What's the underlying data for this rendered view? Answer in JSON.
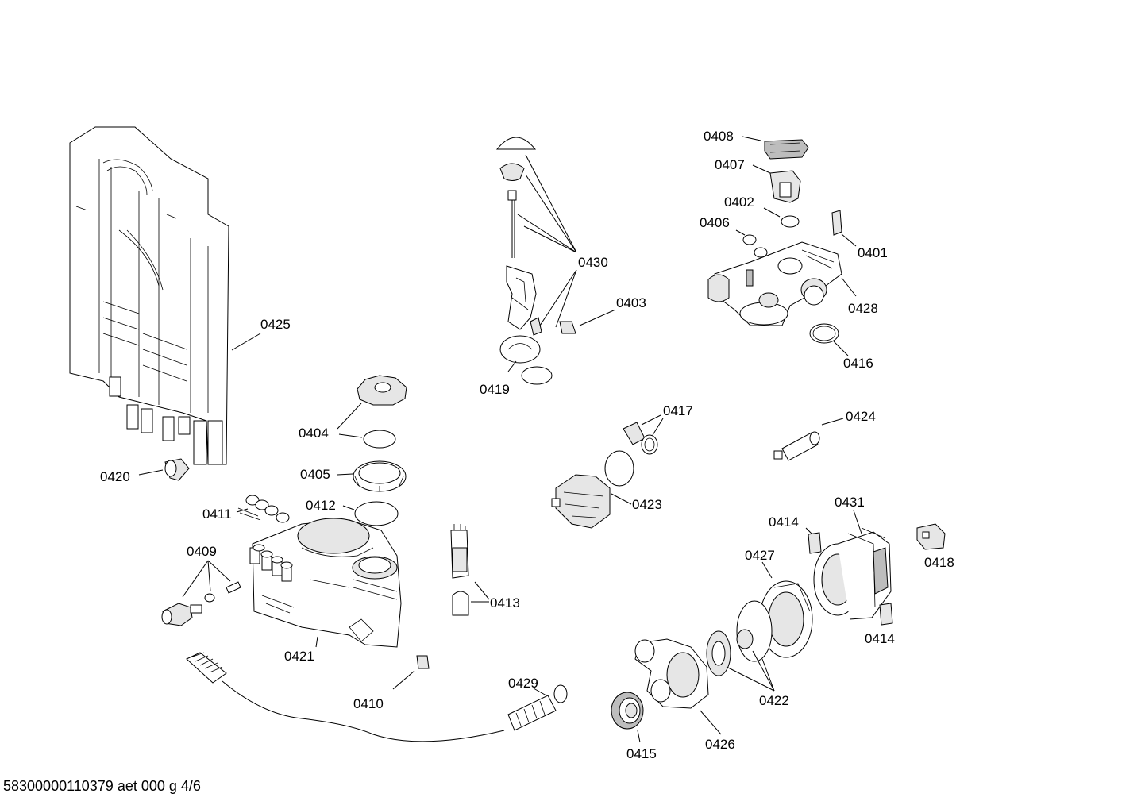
{
  "footer": {
    "code": "58300000110379 aet 000 g 4/6"
  },
  "labels": {
    "p0401": "0401",
    "p0402": "0402",
    "p0403": "0403",
    "p0404": "0404",
    "p0405": "0405",
    "p0406": "0406",
    "p0407": "0407",
    "p0408": "0408",
    "p0409": "0409",
    "p0410": "0410",
    "p0411": "0411",
    "p0412": "0412",
    "p0413": "0413",
    "p0414a": "0414",
    "p0414b": "0414",
    "p0415": "0415",
    "p0416": "0416",
    "p0417": "0417",
    "p0418": "0418",
    "p0419": "0419",
    "p0420": "0420",
    "p0421": "0421",
    "p0422": "0422",
    "p0423": "0423",
    "p0424": "0424",
    "p0425": "0425",
    "p0426": "0426",
    "p0427": "0427",
    "p0428": "0428",
    "p0429": "0429",
    "p0430": "0430",
    "p0431": "0431"
  }
}
